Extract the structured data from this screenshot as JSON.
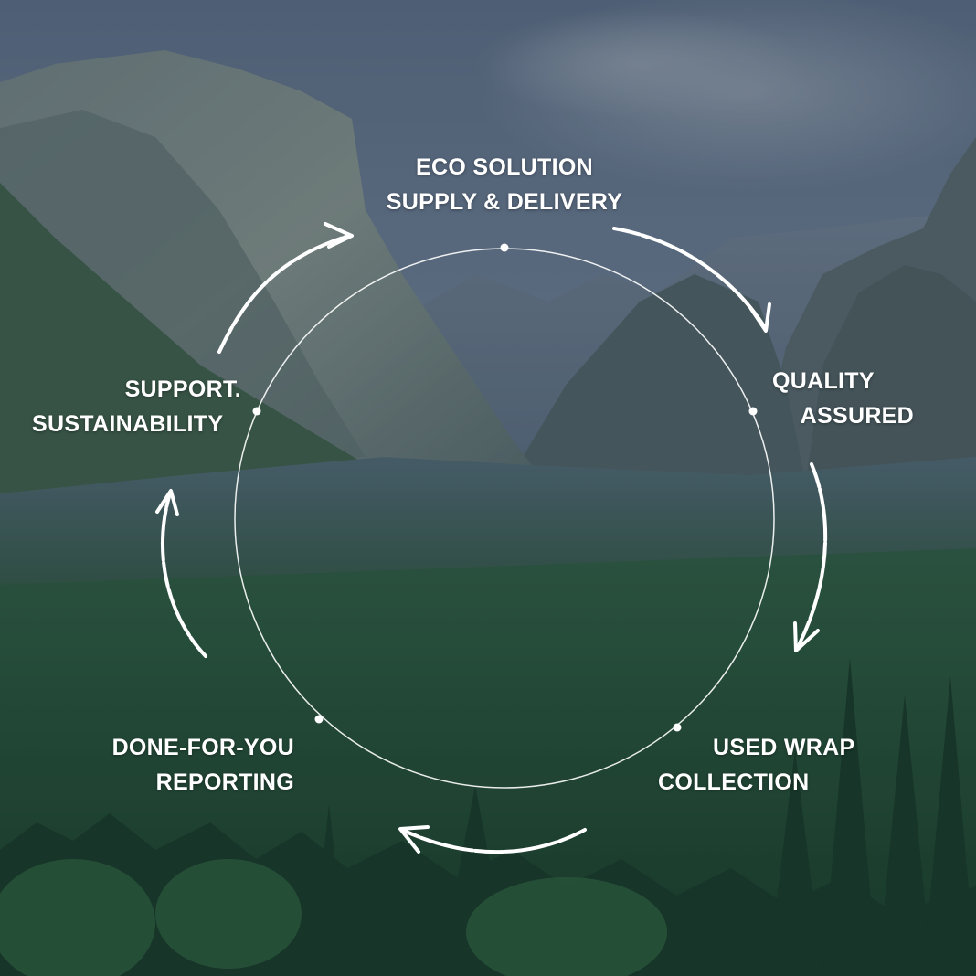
{
  "theme": {
    "sky_top": "#5f6e85",
    "sky_low": "#6d7d92",
    "rock": "#7c8a88",
    "rock_shadow": "#4d5f63",
    "forest_dark": "#173a28",
    "forest_mid": "#2b5a3d",
    "forest_light": "#3f7a4f",
    "line_color": "#ffffff"
  },
  "cycle": {
    "steps": [
      {
        "id": "eco",
        "lines": [
          "ECO SOLUTION",
          "SUPPLY & DELIVERY"
        ]
      },
      {
        "id": "quality",
        "lines": [
          "QUALITY",
          "ASSURED"
        ]
      },
      {
        "id": "collection",
        "lines": [
          "USED WRAP",
          "COLLECTION"
        ]
      },
      {
        "id": "reporting",
        "lines": [
          "DONE-FOR-YOU",
          "REPORTING"
        ]
      },
      {
        "id": "support",
        "lines": [
          "SUPPORT.",
          "SUSTAINABILITY"
        ]
      }
    ]
  }
}
